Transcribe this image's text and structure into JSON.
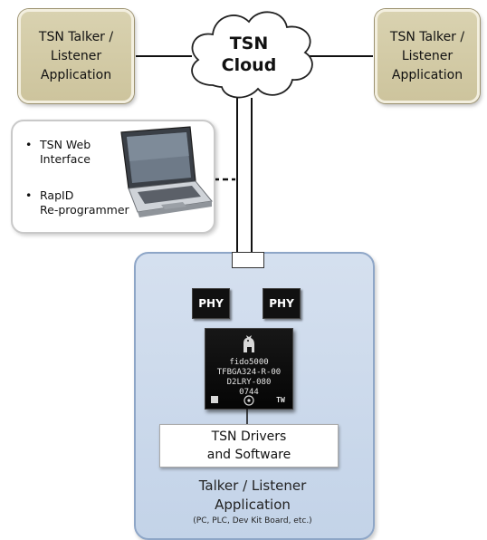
{
  "talker_left": {
    "line1": "TSN Talker /",
    "line2": "Listener",
    "line3": "Application"
  },
  "talker_right": {
    "line1": "TSN Talker /",
    "line2": "Listener",
    "line3": "Application"
  },
  "cloud": {
    "line1": "TSN",
    "line2": "Cloud"
  },
  "laptop_panel": {
    "bullet1_line1": "TSN Web",
    "bullet1_line2": "Interface",
    "bullet2_line1": "RapID",
    "bullet2_line2": "Re-programmer"
  },
  "phy_left": "PHY",
  "phy_right": "PHY",
  "chip": {
    "line1": "fido5000",
    "line2": "TFBGA324-R-00",
    "line3": "D2LRY-080",
    "line4": "0744",
    "corner": "TW"
  },
  "drivers": {
    "line1": "TSN Drivers",
    "line2": "and Software"
  },
  "app": {
    "line1": "Talker / Listener",
    "line2": "Application",
    "line3": "(PC, PLC, Dev Kit Board, etc.)"
  },
  "colors": {
    "tan": "#cdc49d",
    "panel_blue": "#c3d3e8",
    "line": "#111111"
  }
}
